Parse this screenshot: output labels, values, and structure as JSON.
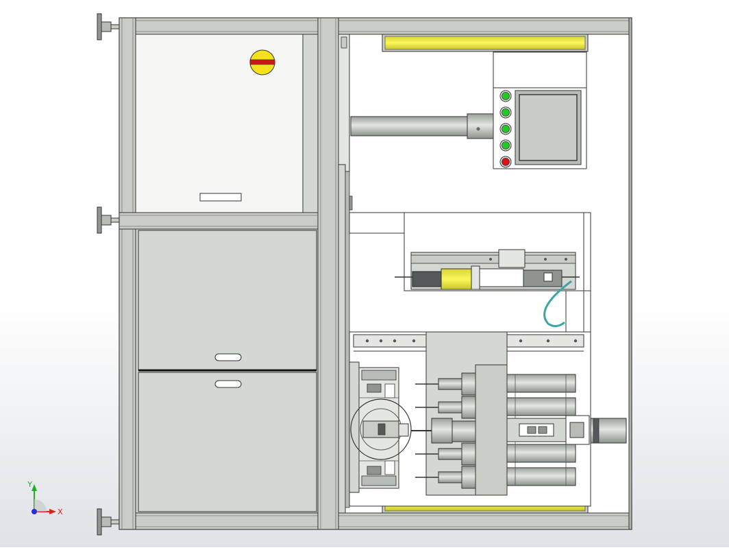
{
  "view": {
    "background_top": "#ffffff",
    "background_bottom": "#dfe2e6"
  },
  "triad": {
    "x_label": "X",
    "y_label": "Y",
    "x_color": "#e02020",
    "y_color": "#20b020",
    "z_color": "#2030e0"
  },
  "colors": {
    "frame": "#c9cdc6",
    "frame_dark": "#9aa09a",
    "panel": "#d4d8d2",
    "door": "#f6f7f5",
    "light_curtain": "#f2ef3a",
    "indicator_green": "#22cc22",
    "indicator_red": "#dd1111",
    "warning_yellow": "#f4e31a",
    "warning_red": "#d01515",
    "screen": "#c8ccc8",
    "cable": "#3aa6a0"
  },
  "control_panel": {
    "indicators": [
      "green",
      "green",
      "green",
      "green",
      "red"
    ]
  }
}
